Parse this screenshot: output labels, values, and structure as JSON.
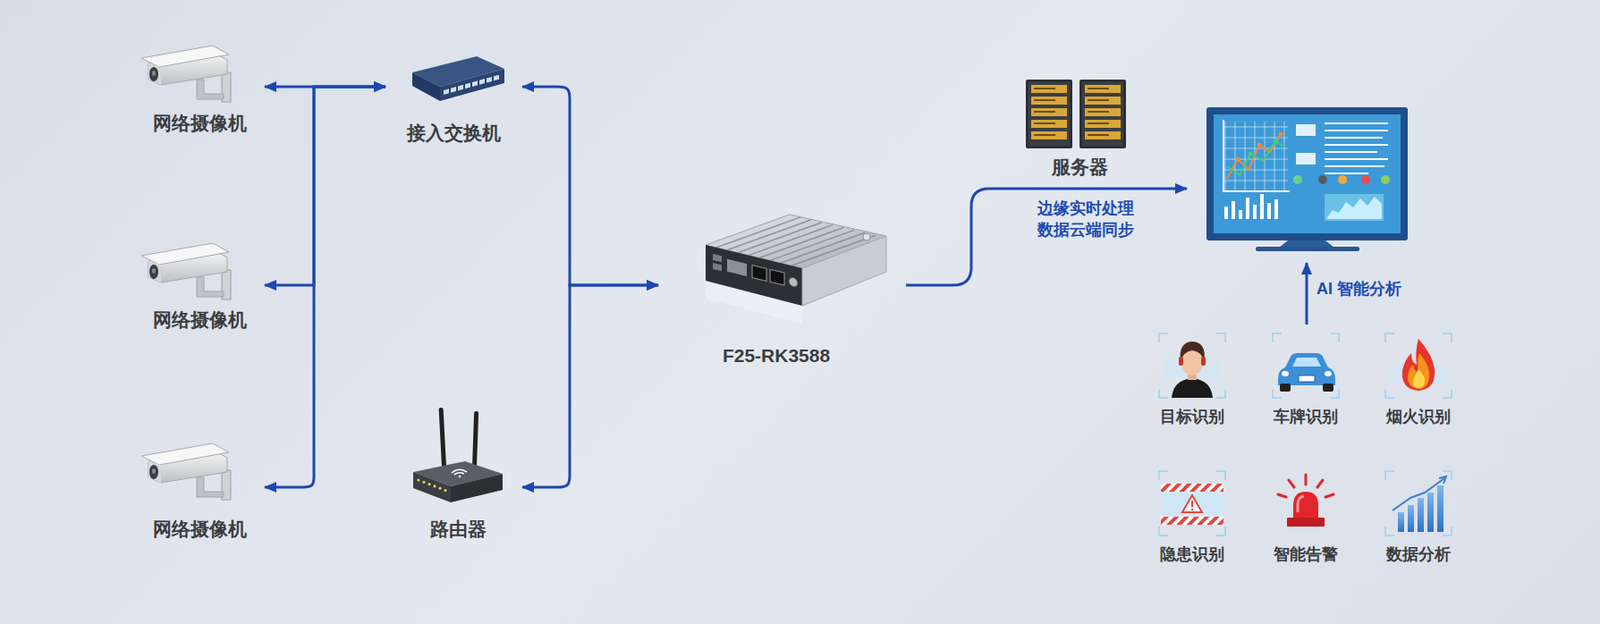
{
  "diagram": {
    "nodes": [
      {
        "text": [
          "网络摄像机"
        ]
      },
      {
        "text": [
          "网络摄像机"
        ]
      },
      {
        "text": [
          "网络摄像机"
        ]
      },
      {
        "text": [
          "接入交换机"
        ]
      },
      {
        "text": [
          "路由器"
        ]
      },
      {
        "text": [
          "F25-RK3588"
        ]
      },
      {
        "text": [
          "服务器"
        ]
      },
      {
        "text": [
          "目标识别"
        ]
      },
      {
        "text": [
          "车牌识别"
        ]
      },
      {
        "text": [
          "烟火识别"
        ]
      },
      {
        "text": [
          "隐患识别"
        ]
      },
      {
        "text": [
          "智能告警"
        ]
      },
      {
        "text": [
          "数据分析"
        ]
      }
    ],
    "edges": [
      {
        "from": 3,
        "to": 0,
        "arrow": "both"
      },
      {
        "from": 3,
        "to": 1,
        "arrow": "both"
      },
      {
        "from": 3,
        "to": 2,
        "arrow": "both"
      },
      {
        "from": 3,
        "to": 5,
        "arrow": "both"
      },
      {
        "from": 4,
        "to": 5,
        "arrow": "both"
      }
    ],
    "labels": [
      "边缘实时处理",
      "数据云端同步",
      "AI 智能分析"
    ]
  }
}
